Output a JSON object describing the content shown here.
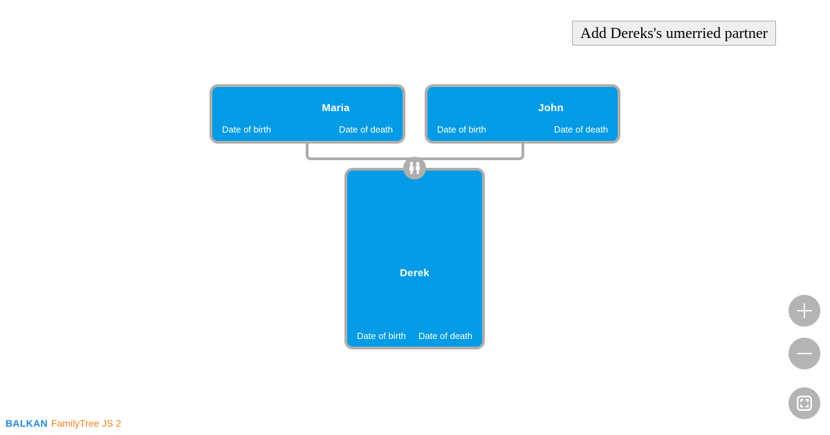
{
  "toolbar": {
    "add_partner_label": "Add Dereks's umerried partner"
  },
  "tree": {
    "nodes": [
      {
        "id": "maria",
        "name": "Maria",
        "date_of_birth_label": "Date of birth",
        "date_of_death_label": "Date of death",
        "gender": "female"
      },
      {
        "id": "john",
        "name": "John",
        "date_of_birth_label": "Date of birth",
        "date_of_death_label": "Date of death",
        "gender": "male"
      },
      {
        "id": "derek",
        "name": "Derek",
        "date_of_birth_label": "Date of birth",
        "date_of_death_label": "Date of death",
        "gender": "male"
      }
    ],
    "union_badge_icon": "couple-icon"
  },
  "controls": {
    "zoom_in_icon": "plus-icon",
    "zoom_out_icon": "minus-icon",
    "fit_icon": "fit-screen-icon"
  },
  "branding": {
    "company": "BALKAN",
    "product": "FamilyTree JS 2"
  },
  "colors": {
    "node_fill": "#039BE5",
    "node_border": "#aeaeae",
    "link_line": "#aeaeae",
    "control_bg": "#b4b4b4",
    "brand_blue": "#1E88E5",
    "brand_orange": "#F4821F",
    "button_bg": "#efefef"
  }
}
